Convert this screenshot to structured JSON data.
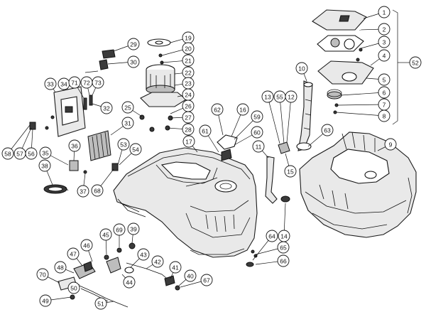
{
  "callouts": [
    {
      "label": "1"
    },
    {
      "label": "2"
    },
    {
      "label": "3"
    },
    {
      "label": "4"
    },
    {
      "label": "5"
    },
    {
      "label": "6"
    },
    {
      "label": "7"
    },
    {
      "label": "8"
    },
    {
      "label": "9"
    },
    {
      "label": "10"
    },
    {
      "label": "11"
    },
    {
      "label": "12"
    },
    {
      "label": "13"
    },
    {
      "label": "14"
    },
    {
      "label": "15"
    },
    {
      "label": "16"
    },
    {
      "label": "17"
    },
    {
      "label": "19"
    },
    {
      "label": "20"
    },
    {
      "label": "21"
    },
    {
      "label": "22"
    },
    {
      "label": "23"
    },
    {
      "label": "24"
    },
    {
      "label": "25"
    },
    {
      "label": "26"
    },
    {
      "label": "27"
    },
    {
      "label": "28"
    },
    {
      "label": "29"
    },
    {
      "label": "30"
    },
    {
      "label": "31"
    },
    {
      "label": "32"
    },
    {
      "label": "33"
    },
    {
      "label": "34"
    },
    {
      "label": "35"
    },
    {
      "label": "36"
    },
    {
      "label": "37"
    },
    {
      "label": "38"
    },
    {
      "label": "39"
    },
    {
      "label": "40"
    },
    {
      "label": "41"
    },
    {
      "label": "42"
    },
    {
      "label": "43"
    },
    {
      "label": "44"
    },
    {
      "label": "45"
    },
    {
      "label": "46"
    },
    {
      "label": "47"
    },
    {
      "label": "48"
    },
    {
      "label": "49"
    },
    {
      "label": "50"
    },
    {
      "label": "51"
    },
    {
      "label": "52"
    },
    {
      "label": "53"
    },
    {
      "label": "54"
    },
    {
      "label": "55"
    },
    {
      "label": "56"
    },
    {
      "label": "57"
    },
    {
      "label": "58"
    },
    {
      "label": "59"
    },
    {
      "label": "60"
    },
    {
      "label": "61"
    },
    {
      "label": "62"
    },
    {
      "label": "63"
    },
    {
      "label": "64"
    },
    {
      "label": "65"
    },
    {
      "label": "66"
    },
    {
      "label": "67"
    },
    {
      "label": "68"
    },
    {
      "label": "69"
    },
    {
      "label": "70"
    },
    {
      "label": "71"
    },
    {
      "label": "72"
    },
    {
      "label": "73"
    }
  ]
}
